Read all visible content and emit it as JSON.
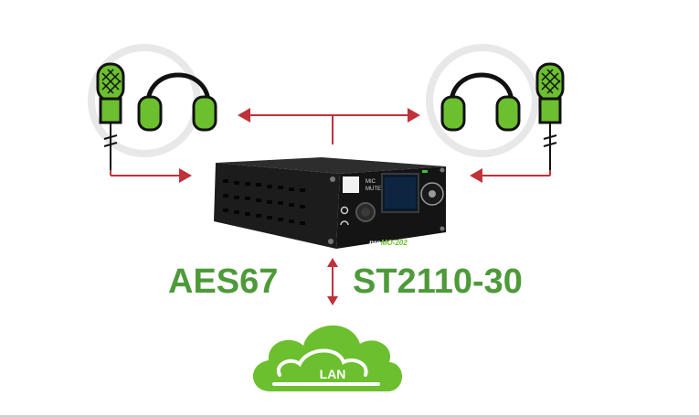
{
  "protocols": {
    "left": "AES67",
    "right": "ST2110-30"
  },
  "network": {
    "label": "LAN"
  },
  "device": {
    "brand_prefix": "pro",
    "brand_suffix": "MO-202",
    "button_top": "MIC",
    "button_bottom": "MUTE"
  },
  "colors": {
    "accent_green": "#4e9a3a",
    "icon_green": "#6cbf2e",
    "arrow_red": "#c0323a",
    "device_body": "#1f1f1f",
    "halo_gray": "#e4e4e4"
  },
  "icons": [
    "headset-icon",
    "microphone-icon",
    "headphones-icon",
    "cloud-icon",
    "double-arrow-icon"
  ]
}
